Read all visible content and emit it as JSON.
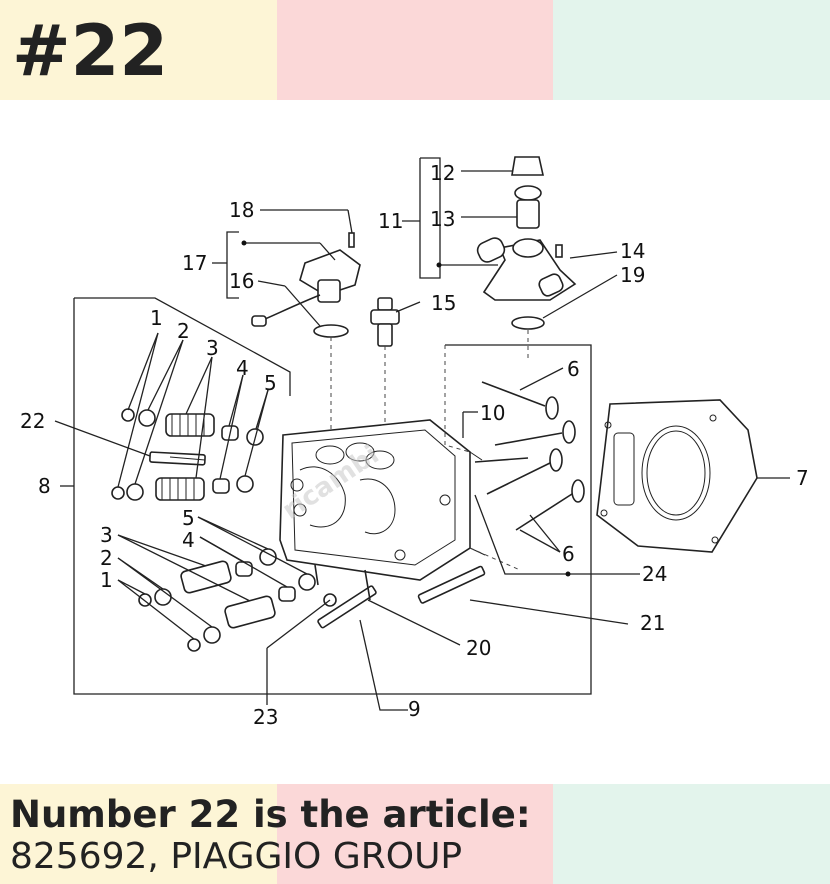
{
  "heading": "#22",
  "caption": {
    "line1": "Number 22 is the article:",
    "line2": "825692, PIAGGIO GROUP"
  },
  "colors": {
    "yellow": "#fdf5d6",
    "pink": "#fbd8d8",
    "mint": "#e3f4ec"
  },
  "diagram": {
    "labels": [
      "1",
      "2",
      "3",
      "4",
      "5",
      "6",
      "7",
      "8",
      "9",
      "10",
      "11",
      "12",
      "13",
      "14",
      "15",
      "16",
      "17",
      "18",
      "19",
      "20",
      "21",
      "22",
      "23",
      "24"
    ],
    "repeat_labels": {
      "1b": "1",
      "2b": "2",
      "3b": "3",
      "4b": "4",
      "5b": "5",
      "6b": "6"
    }
  }
}
